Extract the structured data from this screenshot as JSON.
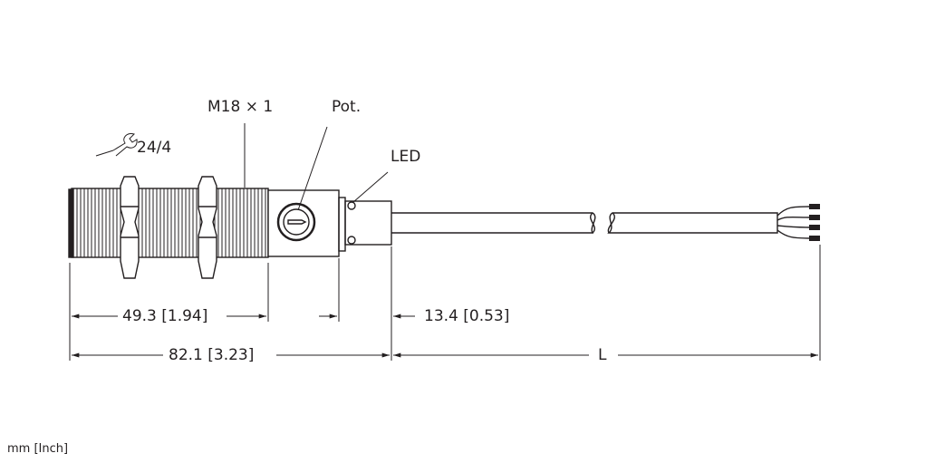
{
  "labels": {
    "thread": "M18 × 1",
    "pot": "Pot.",
    "led": "LED",
    "wrench": "24/4"
  },
  "dimensions": {
    "thread_length": "49.3 [1.94]",
    "connector_length": "13.4 [0.53]",
    "total_length": "82.1 [3.23]",
    "cable_length": "L"
  },
  "units": "mm [Inch]",
  "colors": {
    "line": "#231f20"
  }
}
